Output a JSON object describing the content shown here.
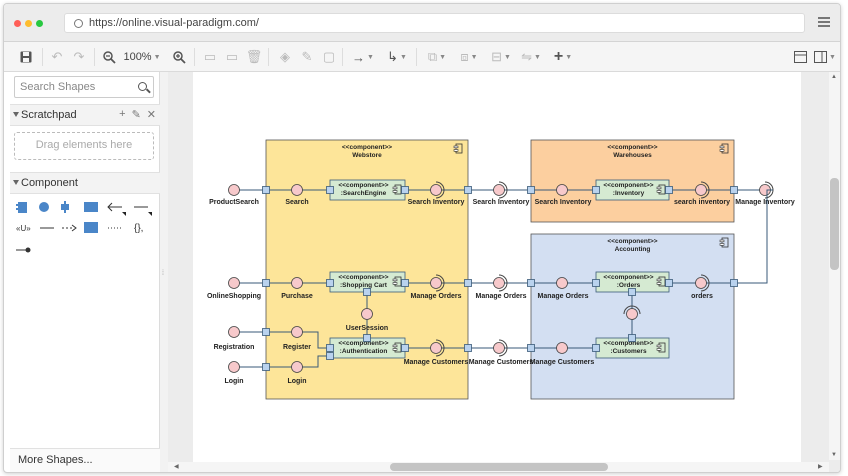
{
  "browser": {
    "url": "https://online.visual-paradigm.com/"
  },
  "toolbar": {
    "zoom": "100%"
  },
  "sidebar": {
    "search_placeholder": "Search Shapes",
    "scratchpad_title": "Scratchpad",
    "drag_hint": "Drag elements here",
    "component_title": "Component",
    "more_shapes": "More Shapes..."
  },
  "diagram": {
    "stereotype": "<<component>>",
    "containers": [
      {
        "name": "Webstore",
        "fill": "#fde599"
      },
      {
        "name": "Warehouses",
        "fill": "#fccf9f"
      },
      {
        "name": "Accounting",
        "fill": "#d3dff2"
      }
    ],
    "components": [
      {
        "name": ":SearchEngine"
      },
      {
        "name": ":Shopping Cart"
      },
      {
        "name": ":Authentication"
      },
      {
        "name": ":Inventory"
      },
      {
        "name": ":Orders"
      },
      {
        "name": ":Customers"
      }
    ],
    "interface_labels": {
      "product_search": "ProductSearch",
      "search": "Search",
      "search_inventory_1": "Search Inventory",
      "search_inventory_2": "Search Inventory",
      "search_inventory_3": "Search Inventory",
      "search_inventory_4": "search inventory",
      "manage_inventory": "Manage Inventory",
      "online_shopping": "OnlineShopping",
      "purchase": "Purchase",
      "manage_orders_1": "Manage Orders",
      "manage_orders_2": "Manage Orders",
      "manage_orders_3": "Manage Orders",
      "orders": "orders",
      "user_session": "UserSession",
      "registration": "Registration",
      "register": "Register",
      "login_1": "Login",
      "login_2": "Login",
      "manage_customers_1": "Manage Customers",
      "manage_customers_2": "Manage Customers",
      "manage_customers_3": "Manage Customers"
    },
    "colors": {
      "component_fill": "#d5ead2",
      "interface_fill": "#f7c9cb",
      "port_fill": "#b9d2ee"
    }
  }
}
